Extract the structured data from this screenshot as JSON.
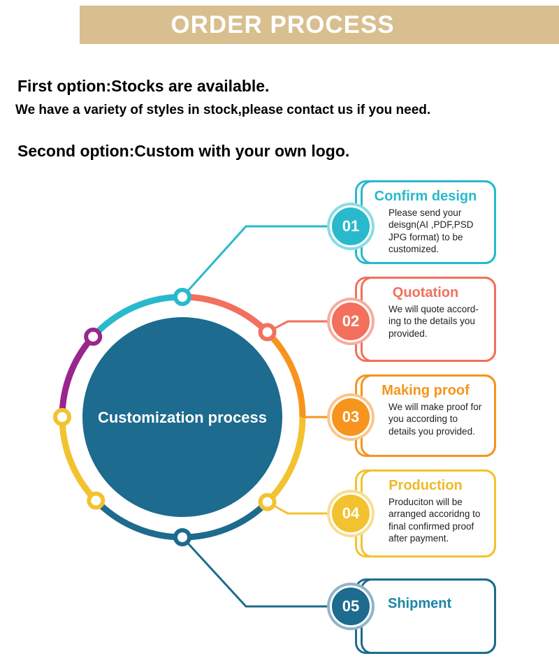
{
  "banner": {
    "title": "ORDER PROCESS",
    "background": "#D9BE8F"
  },
  "intro": {
    "first_option_heading": "First option:Stocks are available.",
    "first_option_detail": "We have a variety of styles in stock,please contact us if you need.",
    "second_option_heading": "Second option:Custom with your own logo."
  },
  "diagram": {
    "center_label": "Customization process",
    "center_color": "#1D6B8E",
    "arc_colors": {
      "teal": "#29B9CC",
      "red": "#F2705C",
      "orange": "#F7941D",
      "yellow": "#F2C230",
      "blue": "#1D6B8E",
      "purple": "#99268C"
    },
    "steps": [
      {
        "number": "01",
        "title": "Confirm design",
        "description": "Please send your\ndeisgn(AI ,PDF,PSD\nJPG format) to be\ncustomized.",
        "color": "#29B9CC"
      },
      {
        "number": "02",
        "title": "Quotation",
        "description": "We will quote accord-\ning to the details you\nprovided.",
        "color": "#F2705C"
      },
      {
        "number": "03",
        "title": "Making proof",
        "description": "We will make proof for\nyou according to\ndetails you provided.",
        "color": "#F7941D"
      },
      {
        "number": "04",
        "title": "Production",
        "description": "Produciton will be\narranged accoridng to\nfinal confirmed proof\nafter payment.",
        "color": "#F2C230"
      },
      {
        "number": "05",
        "title": "Shipment",
        "description": "",
        "color": "#1D6B8E"
      }
    ]
  }
}
